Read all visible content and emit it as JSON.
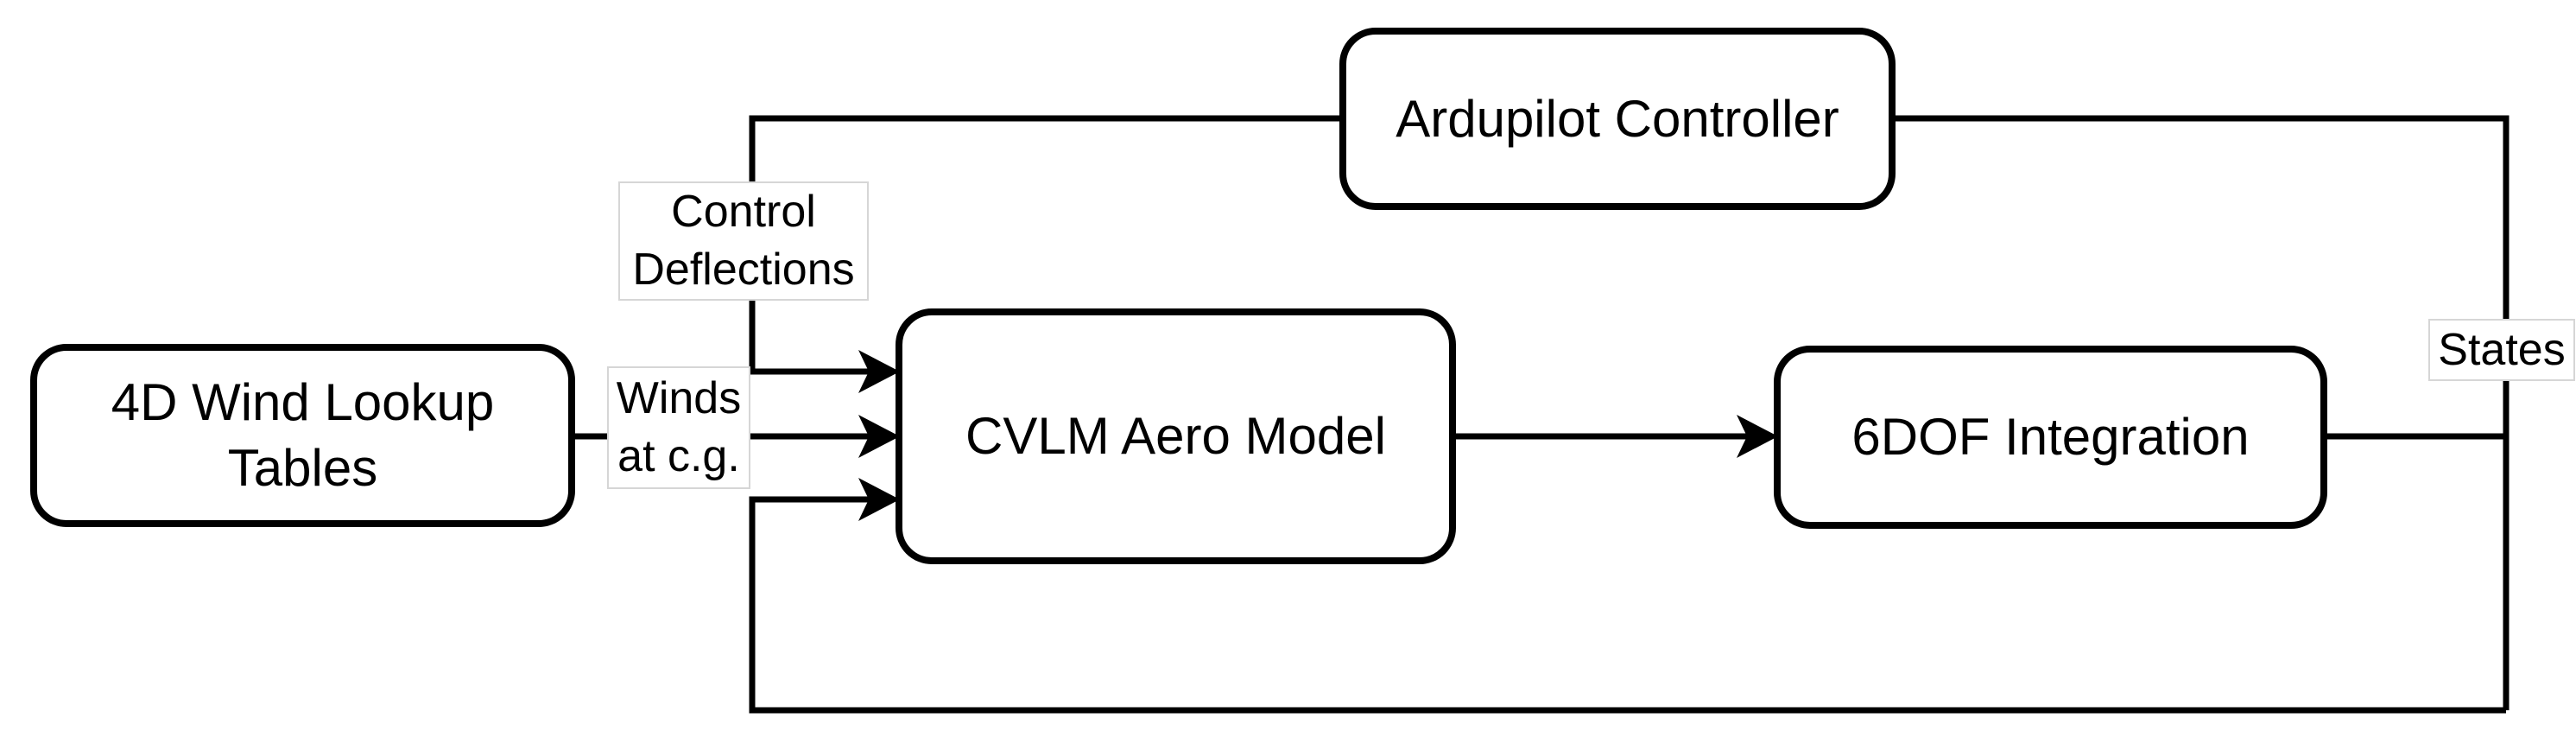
{
  "diagram": {
    "colors": {
      "stroke": "#000000",
      "background": "#ffffff",
      "label_border": "#d6d6d6",
      "text": "#000000"
    },
    "nodes": [
      {
        "id": "wind-lookup-tables",
        "lines": [
          "4D Wind Lookup",
          "Tables"
        ]
      },
      {
        "id": "ardupilot-controller",
        "lines": [
          "Ardupilot Controller"
        ]
      },
      {
        "id": "cvlm-aero-model",
        "lines": [
          "CVLM Aero Model"
        ]
      },
      {
        "id": "sixdof-integration",
        "lines": [
          "6DOF Integration"
        ]
      }
    ],
    "edge_labels": [
      {
        "id": "control-deflections",
        "lines": [
          "Control",
          "Deflections"
        ]
      },
      {
        "id": "winds-at-cg",
        "lines": [
          "Winds",
          "at c.g."
        ]
      },
      {
        "id": "states",
        "lines": [
          "States"
        ]
      }
    ],
    "edges": [
      {
        "from": "ardupilot-controller",
        "to": "cvlm-aero-model",
        "label": "Control Deflections"
      },
      {
        "from": "wind-lookup-tables",
        "to": "cvlm-aero-model",
        "label": "Winds at c.g."
      },
      {
        "from": "cvlm-aero-model",
        "to": "sixdof-integration",
        "label": ""
      },
      {
        "from": "sixdof-integration",
        "to": "ardupilot-controller",
        "label": "States"
      },
      {
        "from": "sixdof-integration",
        "to": "cvlm-aero-model",
        "label": "States"
      }
    ]
  }
}
